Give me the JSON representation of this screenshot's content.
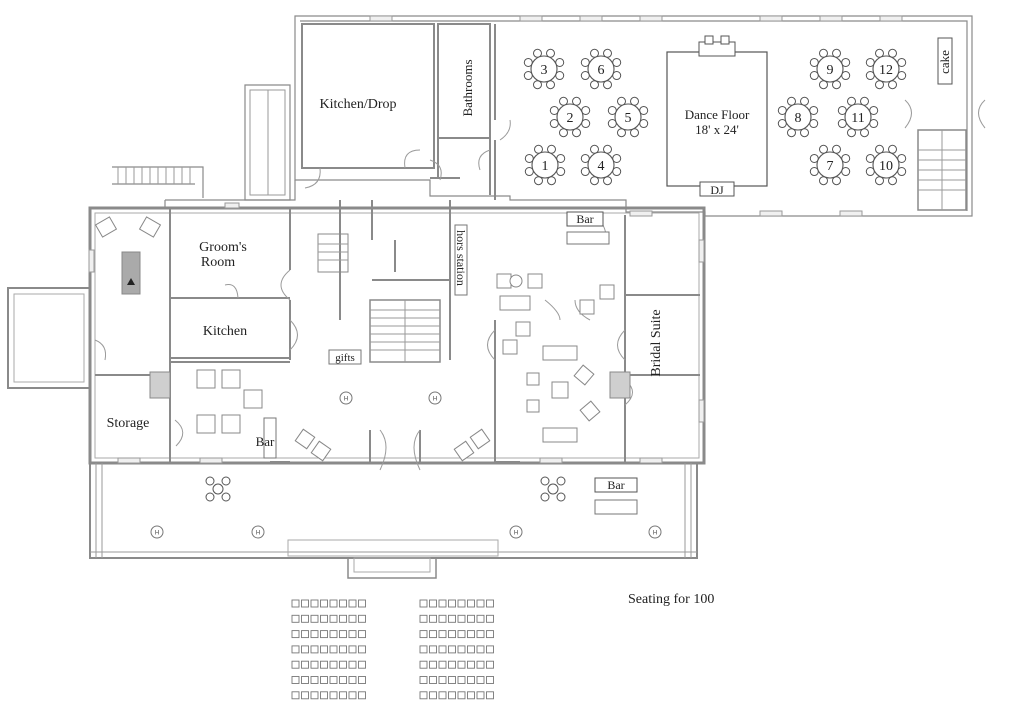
{
  "rooms": {
    "kitchen_drop": "Kitchen/Drop",
    "bathrooms": "Bathrooms",
    "dance_floor": "Dance Floor",
    "dance_floor_size": "18' x 24'",
    "dj": "DJ",
    "cake": "cake",
    "bar_north": "Bar",
    "hors_station": "hors station",
    "grooms_room_1": "Groom's",
    "grooms_room_2": "Room",
    "kitchen": "Kitchen",
    "gifts": "gifts",
    "storage": "Storage",
    "bar_west": "Bar",
    "bridal_suite": "Bridal Suite",
    "bar_porch": "Bar",
    "heater": "H"
  },
  "seating_note": "Seating for 100",
  "tables": [
    {
      "number": "1"
    },
    {
      "number": "2"
    },
    {
      "number": "3"
    },
    {
      "number": "4"
    },
    {
      "number": "5"
    },
    {
      "number": "6"
    },
    {
      "number": "7"
    },
    {
      "number": "8"
    },
    {
      "number": "9"
    },
    {
      "number": "10"
    },
    {
      "number": "11"
    },
    {
      "number": "12"
    }
  ],
  "ceremony": {
    "left_block": {
      "rows": 7,
      "chairs_per_row": 8
    },
    "right_block": {
      "rows": 7,
      "chairs_per_row": 8
    }
  }
}
